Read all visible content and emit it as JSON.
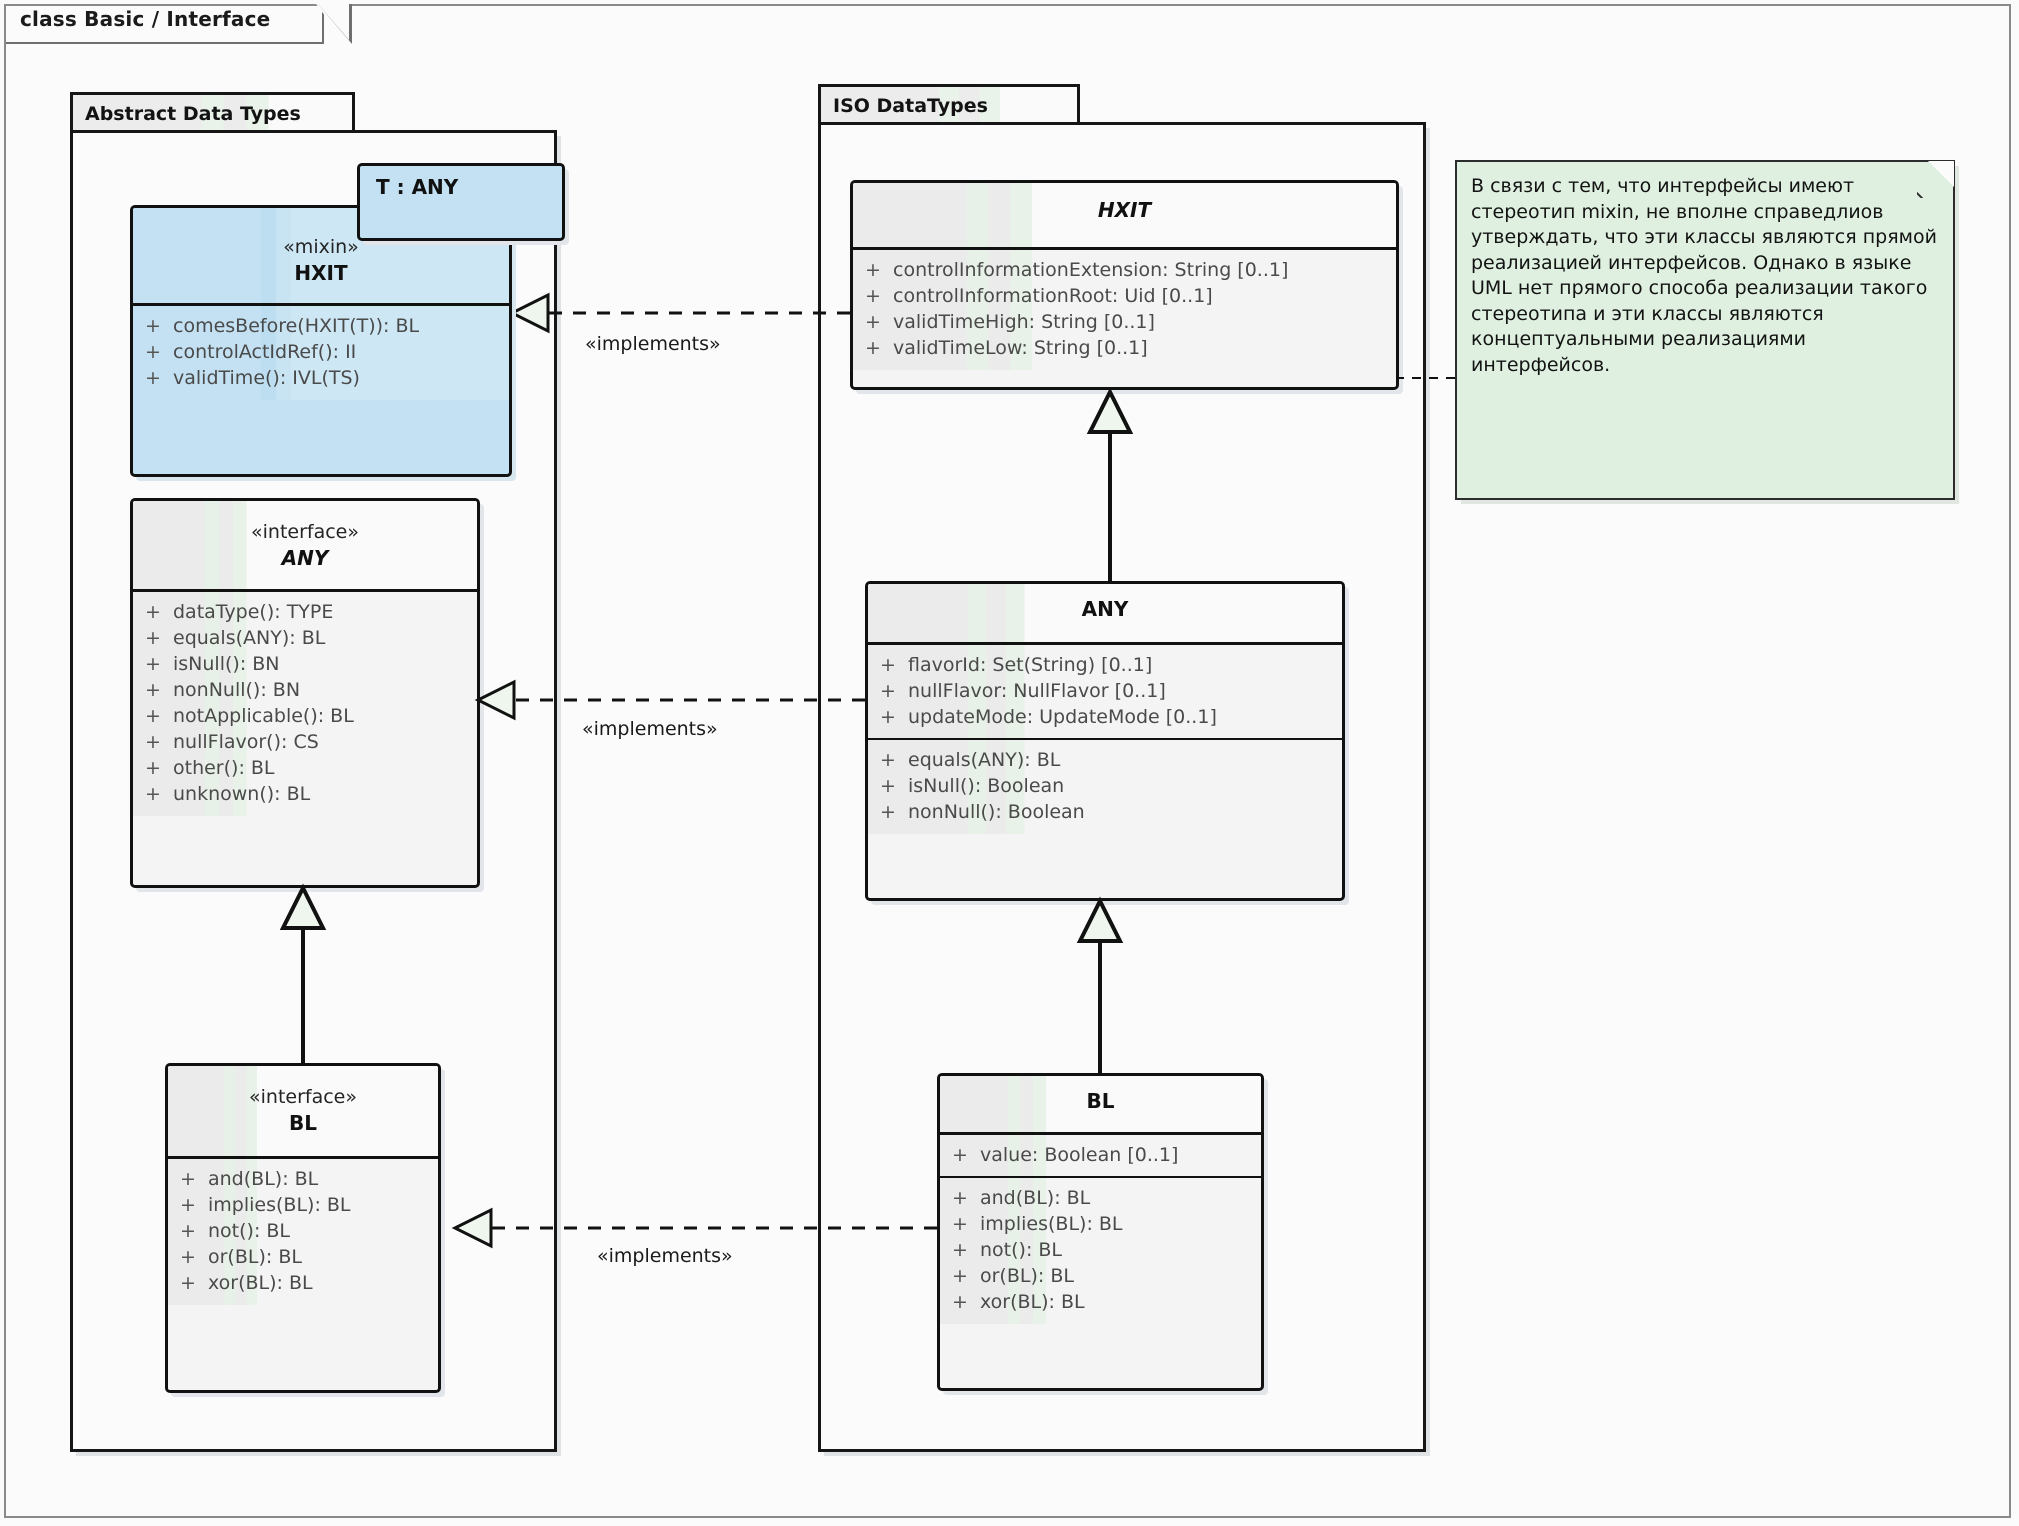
{
  "frame": {
    "title": "class Basic / Interface"
  },
  "packages": [
    {
      "name": "Abstract Data Types"
    },
    {
      "name": "ISO DataTypes"
    }
  ],
  "classes": {
    "abstract_hxit": {
      "stereotype": "«mixin»",
      "name": "HXIT",
      "template_parameter": "T : ANY",
      "features": [
        {
          "visibility": "+",
          "text": "comesBefore(HXIT(T)): BL"
        },
        {
          "visibility": "+",
          "text": "controlActIdRef(): II"
        },
        {
          "visibility": "+",
          "text": "validTime(): IVL(TS)"
        }
      ]
    },
    "abstract_any": {
      "stereotype": "«interface»",
      "name": "ANY",
      "features": [
        {
          "visibility": "+",
          "text": "dataType(): TYPE"
        },
        {
          "visibility": "+",
          "text": "equals(ANY): BL"
        },
        {
          "visibility": "+",
          "text": "isNull(): BN"
        },
        {
          "visibility": "+",
          "text": "nonNull(): BN"
        },
        {
          "visibility": "+",
          "text": "notApplicable(): BL"
        },
        {
          "visibility": "+",
          "text": "nullFlavor(): CS"
        },
        {
          "visibility": "+",
          "text": "other(): BL"
        },
        {
          "visibility": "+",
          "text": "unknown(): BL"
        }
      ]
    },
    "abstract_bl": {
      "stereotype": "«interface»",
      "name": "BL",
      "features": [
        {
          "visibility": "+",
          "text": "and(BL): BL"
        },
        {
          "visibility": "+",
          "text": "implies(BL): BL"
        },
        {
          "visibility": "+",
          "text": "not(): BL"
        },
        {
          "visibility": "+",
          "text": "or(BL): BL"
        },
        {
          "visibility": "+",
          "text": "xor(BL): BL"
        }
      ]
    },
    "iso_hxit": {
      "name": "HXIT",
      "attributes": [
        {
          "visibility": "+",
          "text": "controlInformationExtension: String [0..1]"
        },
        {
          "visibility": "+",
          "text": "controlInformationRoot: Uid [0..1]"
        },
        {
          "visibility": "+",
          "text": "validTimeHigh: String [0..1]"
        },
        {
          "visibility": "+",
          "text": "validTimeLow: String [0..1]"
        }
      ]
    },
    "iso_any": {
      "name": "ANY",
      "attributes": [
        {
          "visibility": "+",
          "text": "flavorId: Set(String) [0..1]"
        },
        {
          "visibility": "+",
          "text": "nullFlavor: NullFlavor [0..1]"
        },
        {
          "visibility": "+",
          "text": "updateMode: UpdateMode [0..1]"
        }
      ],
      "operations": [
        {
          "visibility": "+",
          "text": "equals(ANY): BL"
        },
        {
          "visibility": "+",
          "text": "isNull(): Boolean"
        },
        {
          "visibility": "+",
          "text": "nonNull(): Boolean"
        }
      ]
    },
    "iso_bl": {
      "name": "BL",
      "attributes": [
        {
          "visibility": "+",
          "text": "value: Boolean [0..1]"
        }
      ],
      "operations": [
        {
          "visibility": "+",
          "text": "and(BL): BL"
        },
        {
          "visibility": "+",
          "text": "implies(BL): BL"
        },
        {
          "visibility": "+",
          "text": "not(): BL"
        },
        {
          "visibility": "+",
          "text": "or(BL): BL"
        },
        {
          "visibility": "+",
          "text": "xor(BL): BL"
        }
      ]
    }
  },
  "connectors": {
    "implements_hxit": "«implements»",
    "implements_any": "«implements»",
    "implements_bl": "«implements»"
  },
  "note": {
    "text": "В связи с тем, что интерфейсы имеют стереотип mixin, не вполне справедлиов утверждать, что эти классы являются прямой реализацией интерфейсов. Однако в языке UML нет прямого способа реализации такого стереотипа и эти классы являются концептуальными реализациями интерфейсов."
  },
  "colors": {
    "mixin_fill": "#c3e1f2",
    "note_fill": "#dff0e0",
    "class_fill": "#f4f4f4",
    "line": "#111111"
  }
}
